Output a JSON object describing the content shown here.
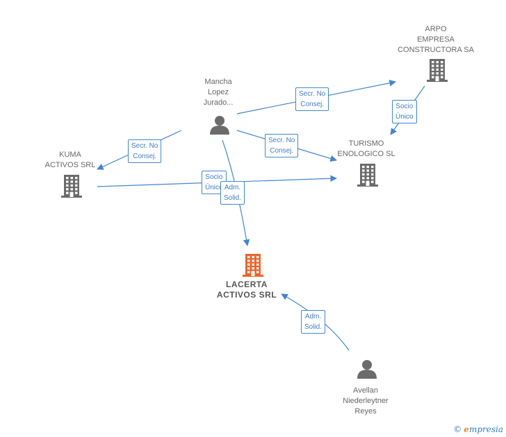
{
  "colors": {
    "edge": "#3f86d6",
    "node_gray": "#6b6b6b",
    "node_highlight": "#f0622a"
  },
  "nodes": [
    {
      "id": "mancha",
      "type": "person",
      "icon": "person-icon",
      "lines": [
        "Mancha",
        "Lopez",
        "Jurado..."
      ]
    },
    {
      "id": "arpo",
      "type": "company",
      "icon": "building-icon",
      "lines": [
        "ARPO",
        "EMPRESA",
        "CONSTRUCTORA SA"
      ]
    },
    {
      "id": "kuma",
      "type": "company",
      "icon": "building-icon",
      "lines": [
        "KUMA",
        "ACTIVOS SRL"
      ]
    },
    {
      "id": "turismo",
      "type": "company",
      "icon": "building-icon",
      "lines": [
        "TURISMO",
        "ENOLOGICO SL"
      ]
    },
    {
      "id": "lacerta",
      "type": "company",
      "icon": "building-icon",
      "highlight": true,
      "lines": [
        "LACERTA",
        "ACTIVOS SRL"
      ]
    },
    {
      "id": "avellan",
      "type": "person",
      "icon": "person-icon",
      "lines": [
        "Avellan",
        "Niederleytner",
        "Reyes"
      ]
    }
  ],
  "edges": [
    {
      "from": "mancha",
      "to": "arpo",
      "lines": [
        "Secr.  No",
        "Consej."
      ]
    },
    {
      "from": "mancha",
      "to": "kuma",
      "lines": [
        "Secr.  No",
        "Consej."
      ]
    },
    {
      "from": "mancha",
      "to": "turismo",
      "lines": [
        "Secr.  No",
        "Consej."
      ]
    },
    {
      "from": "arpo",
      "to": "turismo",
      "lines": [
        "Socio",
        "Único"
      ]
    },
    {
      "from": "kuma",
      "to": "turismo",
      "lines": [
        "Socio",
        "Único"
      ]
    },
    {
      "from": "mancha",
      "to": "lacerta",
      "lines": [
        "Adm.",
        "Solid."
      ]
    },
    {
      "from": "avellan",
      "to": "lacerta",
      "lines": [
        "Adm.",
        "Solid."
      ]
    }
  ],
  "brand": {
    "copyright": "©",
    "name_initial": "e",
    "name_rest": "mpresia"
  }
}
